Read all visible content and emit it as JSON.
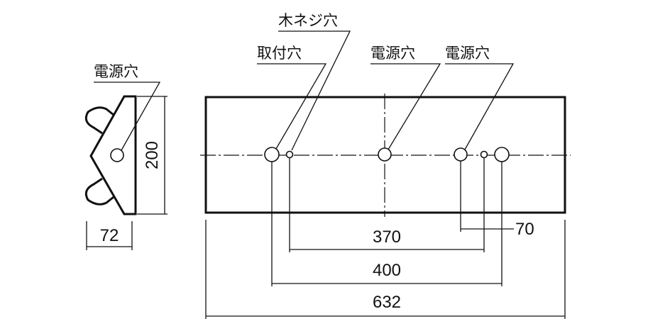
{
  "side_view": {
    "hole_label": "電源穴",
    "height_dim": "200",
    "width_dim": "72"
  },
  "front_view": {
    "labels": {
      "wood_screw_hole": "木ネジ穴",
      "mounting_hole": "取付穴",
      "power_hole_center": "電源穴",
      "power_hole_right": "電源穴"
    },
    "dimensions": {
      "d370": "370",
      "d70": "70",
      "d400": "400",
      "d632": "632"
    }
  }
}
